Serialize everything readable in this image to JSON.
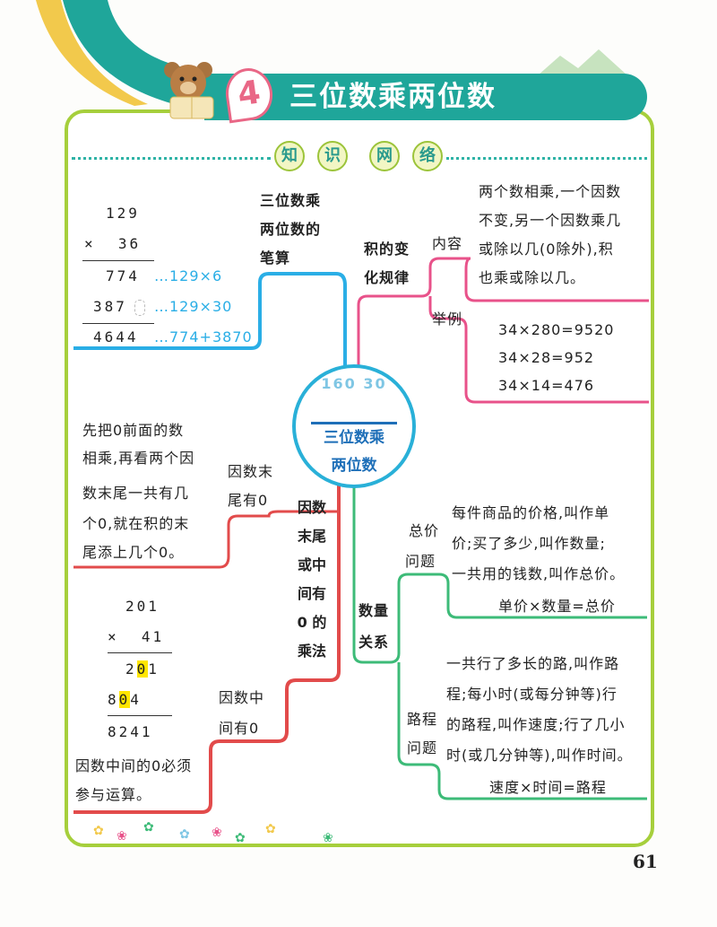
{
  "header": {
    "chapter_number": "4",
    "title": "三位数乘两位数",
    "section_chars": [
      "知",
      "识",
      "网",
      "络"
    ]
  },
  "center": {
    "icon_numbers": "160 30",
    "line1": "三位数乘",
    "line2": "两位数"
  },
  "branch_written": {
    "title": [
      "三位数乘",
      "两位数的",
      "笔算"
    ],
    "calc": {
      "line1": "129",
      "line2": "×  36",
      "line3": "774",
      "note3": "…129×6",
      "line4": "387",
      "note4": "…129×30",
      "line5": "4644",
      "note5": "…774+3870"
    }
  },
  "branch_product": {
    "title": [
      "积的变",
      "化规律"
    ],
    "content_label": "内容",
    "content_text": [
      "两个数相乘,一个因数",
      "不变,另一个因数乘几",
      "或除以几(0除外),积",
      "也乘或除以几。"
    ],
    "example_label": "举例",
    "examples": [
      "34×280=9520",
      "34×28=952",
      "34×14=476"
    ]
  },
  "branch_zero": {
    "title": [
      "因数",
      "末尾",
      "或中",
      "间有",
      "0 的",
      "乘法"
    ],
    "end_label": [
      "因数末",
      "尾有0"
    ],
    "end_text": [
      "先把0前面的数",
      "相乘,再看两个因",
      "数末尾一共有几",
      "个0,就在积的末",
      "尾添上几个0。"
    ],
    "mid_label": [
      "因数中",
      "间有0"
    ],
    "mid_calc": {
      "line1": "201",
      "line2": "×  41",
      "line3_a": "2",
      "line3_b": "0",
      "line3_c": "1",
      "line4_a": "8",
      "line4_b": "0",
      "line4_c": "4",
      "line5": "8241"
    },
    "mid_text": [
      "因数中间的0必须",
      "参与运算。"
    ]
  },
  "branch_quantity": {
    "title": [
      "数量",
      "关系"
    ],
    "total_label": [
      "总价",
      "问题"
    ],
    "total_text": [
      "每件商品的价格,叫作单",
      "价;买了多少,叫作数量;",
      "一共用的钱数,叫作总价。"
    ],
    "total_formula": "单价×数量=总价",
    "distance_label": [
      "路程",
      "问题"
    ],
    "distance_text": [
      "一共行了多长的路,叫作路",
      "程;每小时(或每分钟等)行",
      "的路程,叫作速度;行了几小",
      "时(或几分钟等),叫作时间。"
    ],
    "distance_formula": "速度×时间=路程"
  },
  "page_number": "61",
  "colors": {
    "frame": "#a6cf3c",
    "banner": "#1fa69a",
    "blue_branch": "#2aaee6",
    "pink_branch": "#e8528a",
    "red_branch": "#e24b4b",
    "green_branch": "#3dbb78"
  }
}
